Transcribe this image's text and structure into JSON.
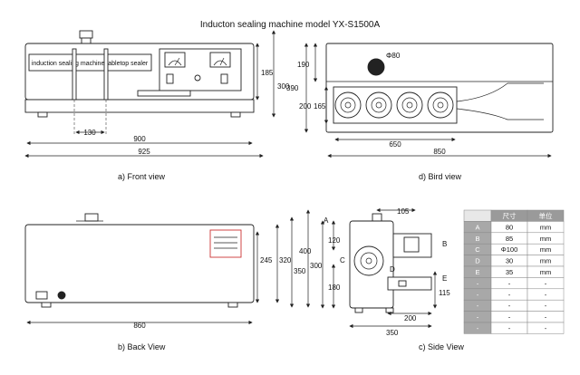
{
  "title": "Inducton sealing machine model YX-S1500A",
  "front": {
    "caption": "a)  Front view",
    "label": "induction sealing machine tabletop sealer",
    "dims": {
      "w130": "130",
      "w900": "900",
      "w925": "925",
      "h185": "185",
      "h300": "300"
    }
  },
  "bird": {
    "caption": "d)   Bird view",
    "dims": {
      "d480": "Φ80",
      "h190": "190",
      "h390": "390",
      "h200": "200",
      "h165": "165",
      "w650": "650",
      "w850": "850"
    }
  },
  "back": {
    "caption": "b)  Back View",
    "dims": {
      "w860": "860",
      "h245": "245",
      "h320": "320",
      "h350": "350",
      "h400": "400"
    }
  },
  "side": {
    "caption": "c)  Side View",
    "dims": {
      "w105": "105",
      "h120": "120",
      "h300": "300",
      "h180": "180",
      "h115": "115",
      "w200": "200",
      "w350": "350"
    },
    "letters": {
      "A": "A",
      "B": "B",
      "C": "C",
      "D": "D",
      "E": "E"
    }
  },
  "table": {
    "header": [
      "",
      "尺寸",
      "单位"
    ],
    "rows": [
      [
        "A",
        "80",
        "mm"
      ],
      [
        "B",
        "85",
        "mm"
      ],
      [
        "C",
        "Φ100",
        "mm"
      ],
      [
        "D",
        "30",
        "mm"
      ],
      [
        "E",
        "35",
        "mm"
      ],
      [
        "-",
        "-",
        "-"
      ],
      [
        "-",
        "-",
        "-"
      ],
      [
        "-",
        "-",
        "-"
      ],
      [
        "-",
        "-",
        "-"
      ],
      [
        "-",
        "-",
        "-"
      ]
    ]
  }
}
